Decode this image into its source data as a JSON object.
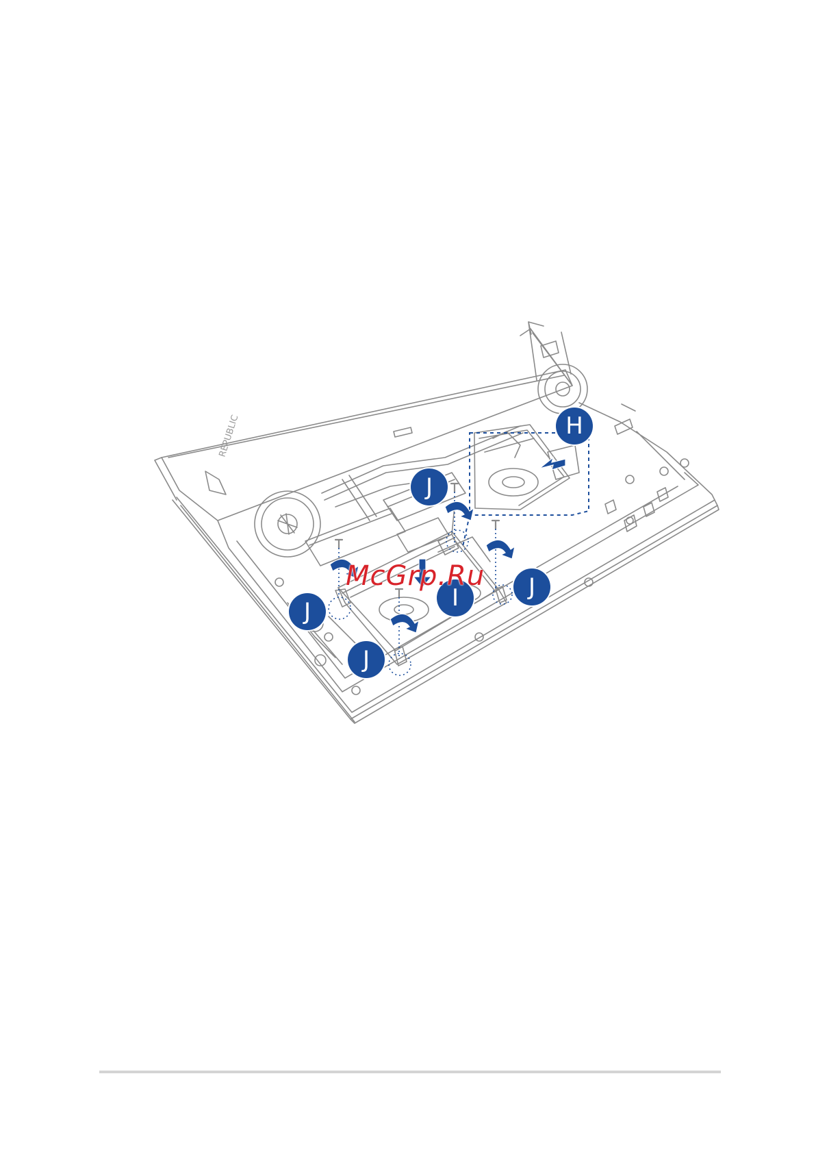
{
  "figure": {
    "badges": {
      "h": "H",
      "i": "I",
      "j": "J"
    },
    "watermark": "McGrp.Ru",
    "colors": {
      "badge": "#1c4e9c",
      "arrow": "#1c4e9c",
      "watermark": "#d8232a",
      "line_art": "#8a8a8a",
      "rule": "#d4d4d4"
    }
  }
}
